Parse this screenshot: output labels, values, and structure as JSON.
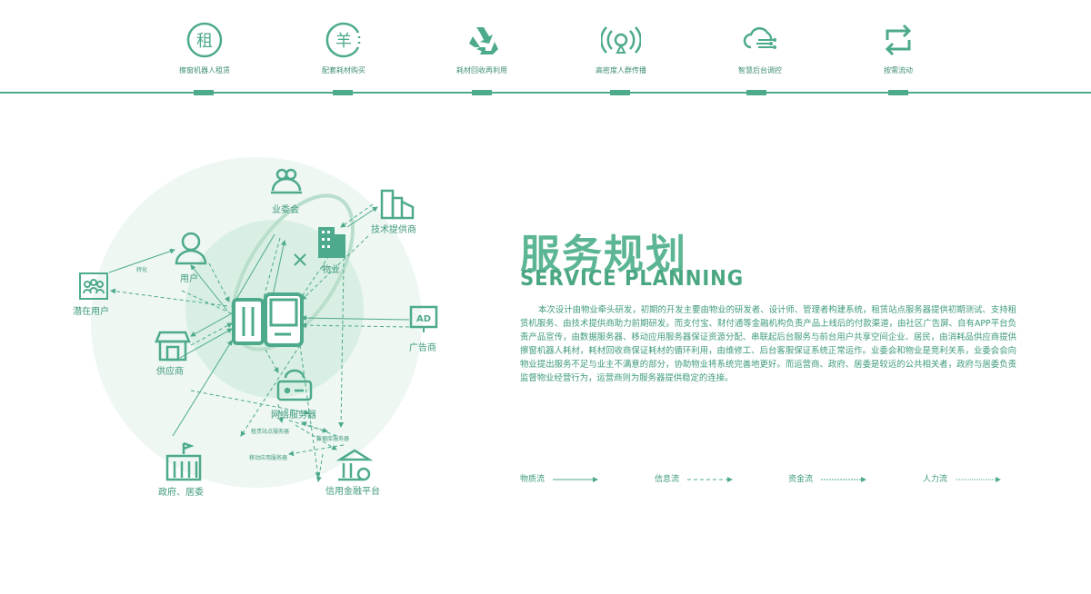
{
  "steps": [
    {
      "label": "擦窗机器人租赁",
      "icon": "rent-icon",
      "glyph": "租"
    },
    {
      "label": "配套耗材购买",
      "icon": "yuan-icon",
      "glyph": "羊"
    },
    {
      "label": "耗材回收再利用",
      "icon": "recycle-icon"
    },
    {
      "label": "高密度人群传播",
      "icon": "broadcast-icon"
    },
    {
      "label": "智慧后台调控",
      "icon": "cloud-icon"
    },
    {
      "label": "按需流动",
      "icon": "swap-icon"
    }
  ],
  "diagram": {
    "nodes": {
      "committee": "业委会",
      "tech": "技术提供商",
      "property": "物业",
      "user": "用户",
      "potential": "潜在用户",
      "ad": "广告商",
      "supplier": "供应商",
      "server": "网络服务器",
      "gov": "政府、居委",
      "finance": "信用金融平台",
      "convert": "转化",
      "rental_server": "租赁站点服务器",
      "db_server": "数据库服务器",
      "mobile_server": "移动应用服务器",
      "ad_glyph": "AD"
    }
  },
  "title": {
    "cn": "服务规划",
    "en": "SERVICE  PLANNING"
  },
  "description": "本次设计由物业牵头研发，初期的开发主要由物业的研发者、设计师、管理者构建系统，租赁站点服务器提供初期测试、支持租赁机服务、由技术提供商助力前期研发。而支付宝、财付通等金融机构负责产品上线后的付款渠道，由社区广告屏、自有APP平台负责产品宣传，由数据服务器、移动应用服务器保证资源分配、串联起后台服务与前台用户共享空间企业、居民，由消耗品供应商提供擦窗机器人耗材，耗材回收商保证耗材的循环利用，由维修工、后台客服保证系统正常运作。业委会和物业是竞利关系，业委会会向物业提出服务不足与业主不满意的部分，协助物业将系统完善地更好。而运营商、政府、居委是较远的公共相关者，政府与居委负责监督物业经营行为，运营商则为服务器提供稳定的连接。",
  "legend": [
    {
      "label": "物质流",
      "style": "solid"
    },
    {
      "label": "信息流",
      "style": "dash"
    },
    {
      "label": "资金流",
      "style": "dense-dash"
    },
    {
      "label": "人力流",
      "style": "dotted"
    }
  ],
  "colors": {
    "primary": "#4daa8c",
    "light_circle": "#eef7f2",
    "mid_circle": "#d9efe3",
    "title": "#5cb693"
  }
}
